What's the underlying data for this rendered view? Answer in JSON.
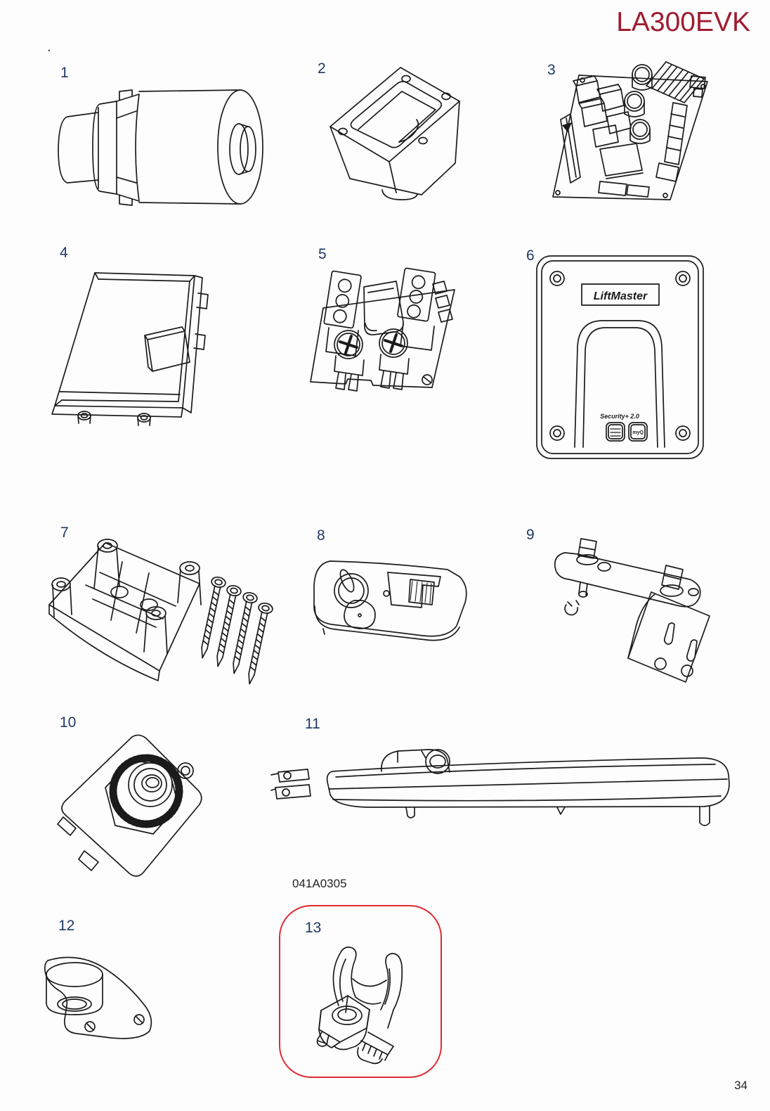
{
  "page": {
    "title": "LA300EVK",
    "page_number": "34",
    "stray_mark": "."
  },
  "captions": {
    "actuator_part_number": "041A0305"
  },
  "colors": {
    "title_red": "#A01C30",
    "label_navy": "#1F3864",
    "line_black": "#1B1B1B",
    "highlight_red": "#DE2A33"
  },
  "parts": [
    {
      "num": "1"
    },
    {
      "num": "2"
    },
    {
      "num": "3"
    },
    {
      "num": "4"
    },
    {
      "num": "5"
    },
    {
      "num": "6",
      "text": {
        "logo": "LiftMaster",
        "tagline": "Security+ 2.0",
        "badge": "myQ"
      }
    },
    {
      "num": "7"
    },
    {
      "num": "8"
    },
    {
      "num": "9"
    },
    {
      "num": "10"
    },
    {
      "num": "11"
    },
    {
      "num": "12"
    },
    {
      "num": "13"
    }
  ]
}
